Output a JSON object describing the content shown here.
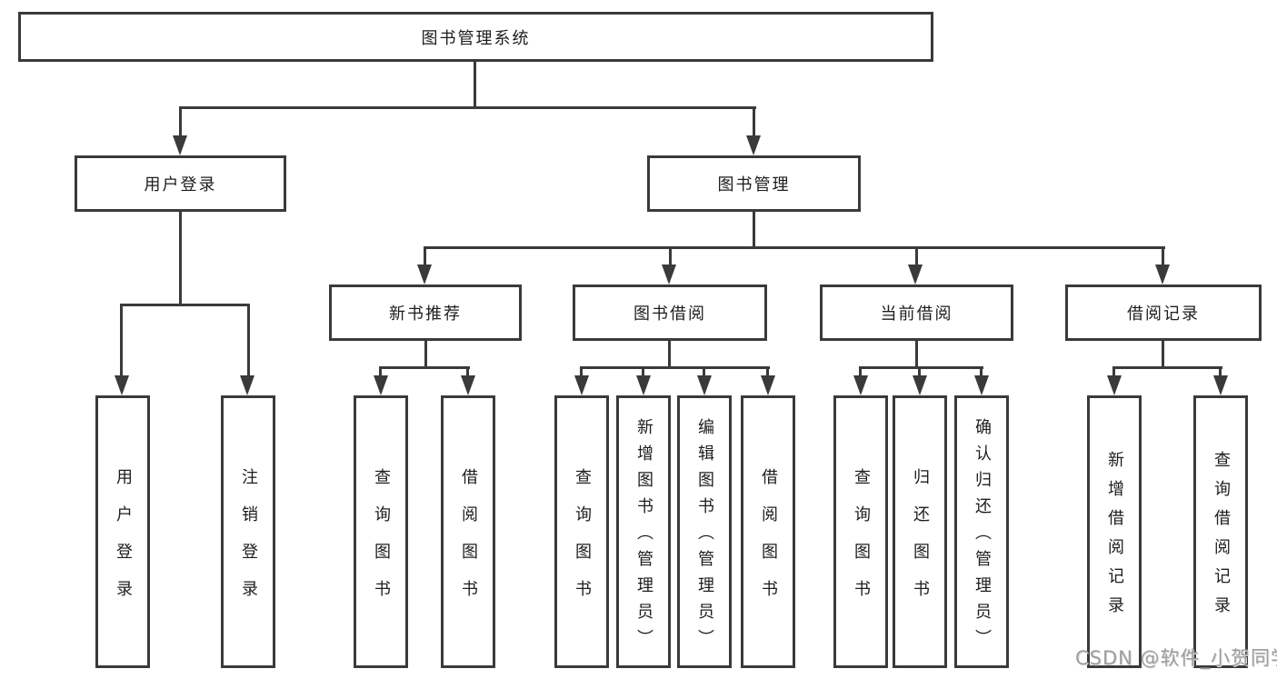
{
  "diagram_type": "function-structure-tree",
  "colors": {
    "line": "#3a3a3a",
    "text": "#1d1d1d",
    "watermark": "#9e9e9e",
    "background": "#ffffff"
  },
  "tree": {
    "label": "图书管理系统",
    "children": [
      {
        "label": "用户登录",
        "children": [
          {
            "label": "用户登录"
          },
          {
            "label": "注销登录"
          }
        ]
      },
      {
        "label": "图书管理",
        "children": [
          {
            "label": "新书推荐",
            "children": [
              {
                "label": "查询图书"
              },
              {
                "label": "借阅图书"
              }
            ]
          },
          {
            "label": "图书借阅",
            "children": [
              {
                "label": "查询图书"
              },
              {
                "label": "新增图书（管理员）"
              },
              {
                "label": "编辑图书（管理员）"
              },
              {
                "label": "借阅图书"
              }
            ]
          },
          {
            "label": "当前借阅",
            "children": [
              {
                "label": "查询图书"
              },
              {
                "label": "归还图书"
              },
              {
                "label": "确认归还（管理员）"
              }
            ]
          },
          {
            "label": "借阅记录",
            "children": [
              {
                "label": "新增借阅记录"
              },
              {
                "label": "查询借阅记录"
              }
            ]
          }
        ]
      }
    ]
  },
  "watermark": {
    "text": "CSDN @软件_小贺同学"
  }
}
